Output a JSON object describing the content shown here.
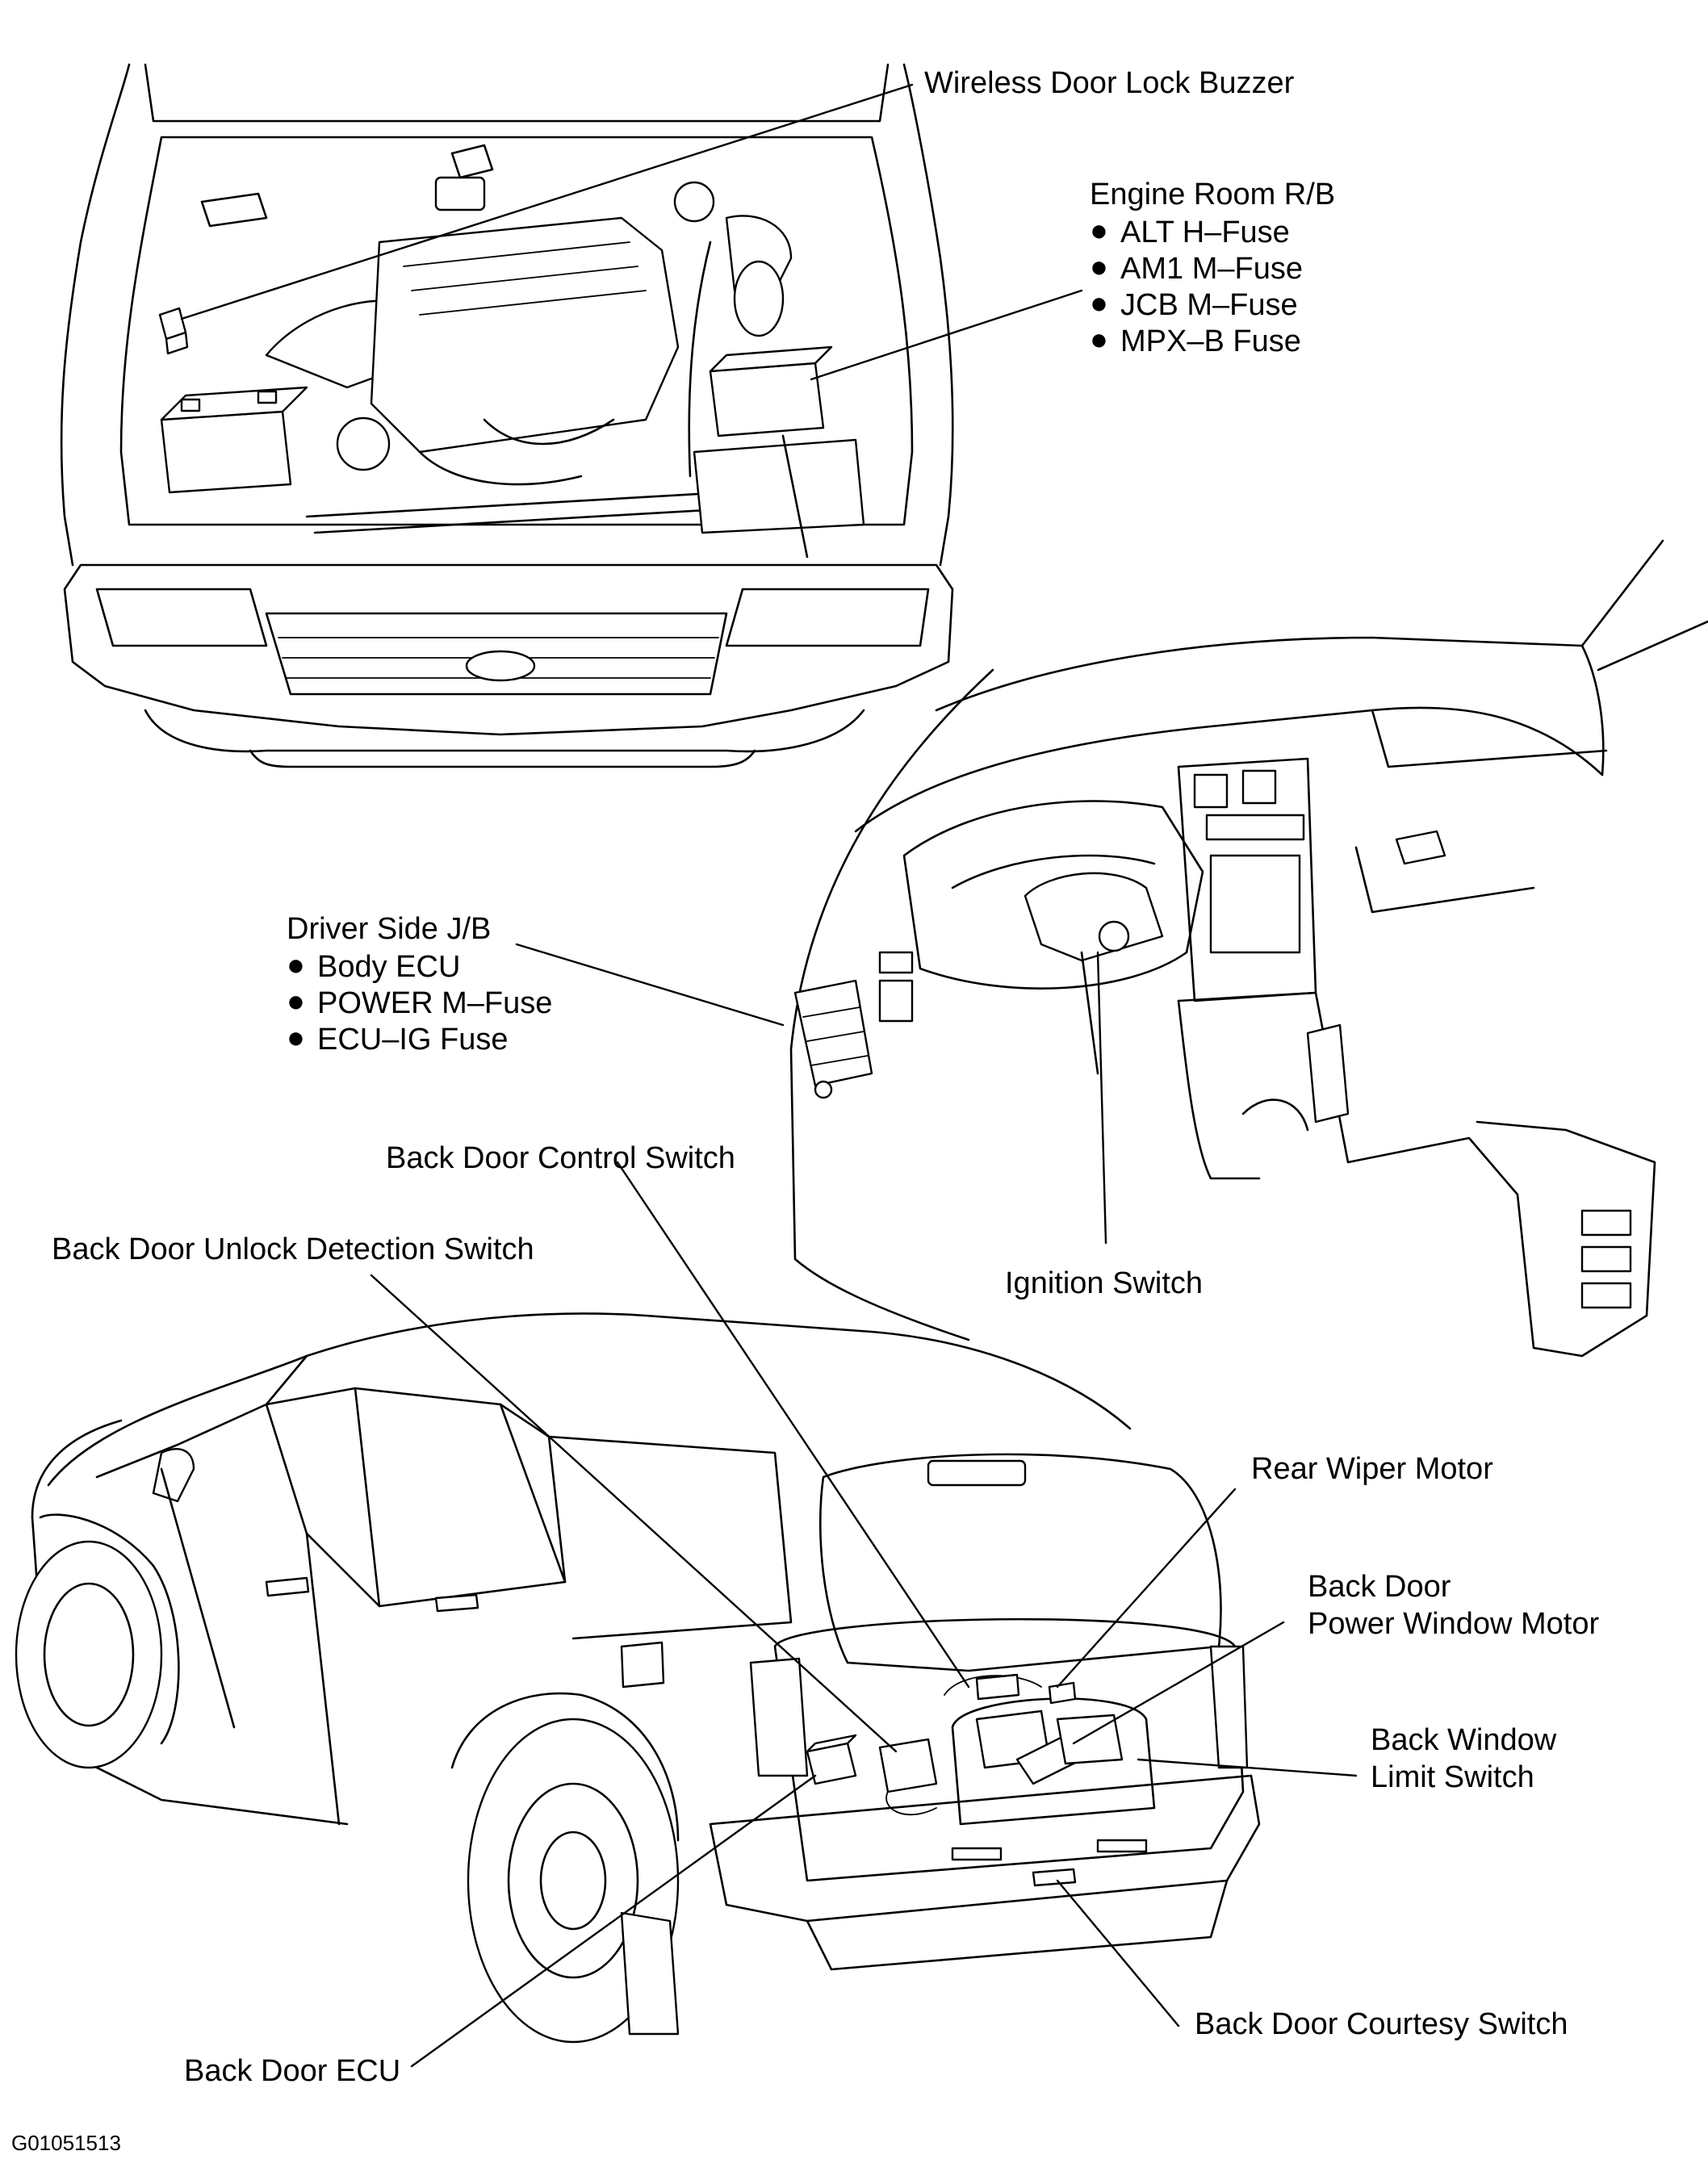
{
  "callouts": {
    "wireless_buzzer": "Wireless Door Lock Buzzer",
    "engine_room_rb": {
      "title": "Engine Room R/B",
      "items": [
        "ALT H–Fuse",
        "AM1 M–Fuse",
        "JCB M–Fuse",
        "MPX–B Fuse"
      ]
    },
    "driver_side_jb": {
      "title": "Driver Side J/B",
      "items": [
        "Body ECU",
        "POWER M–Fuse",
        "ECU–IG Fuse"
      ]
    },
    "back_door_control_switch": "Back Door Control Switch",
    "back_door_unlock_detection_switch": "Back Door Unlock Detection Switch",
    "ignition_switch": "Ignition Switch",
    "rear_wiper_motor": "Rear Wiper Motor",
    "back_door_power_window_motor": [
      "Back Door",
      "Power Window Motor"
    ],
    "back_window_limit_switch": [
      "Back Window",
      "Limit Switch"
    ],
    "back_door_ecu": "Back Door ECU",
    "back_door_courtesy_switch": "Back Door Courtesy Switch"
  },
  "figure_code": "G01051513",
  "bullet_glyph": "●"
}
